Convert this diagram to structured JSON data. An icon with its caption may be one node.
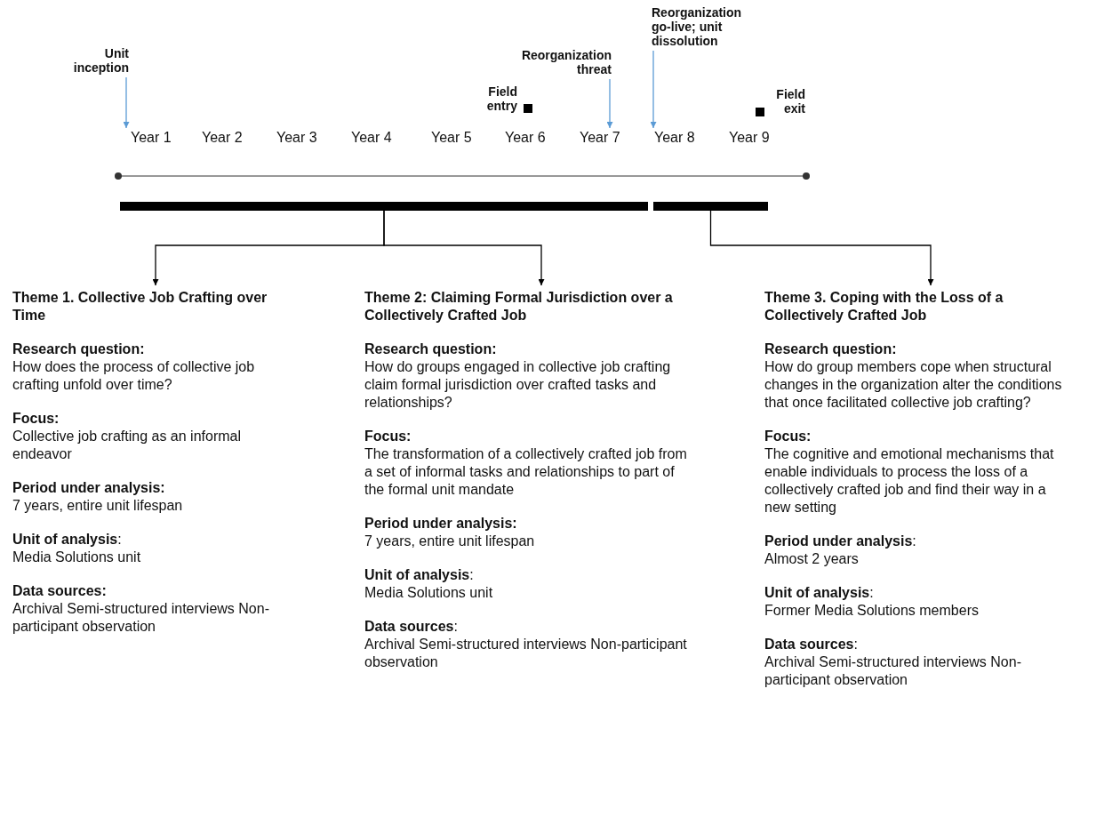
{
  "diagram": {
    "nodes": [
      {
        "text": [
          "Unit inception"
        ]
      },
      {
        "text": [
          "Reorganization threat"
        ]
      },
      {
        "text": [
          "Reorganization go-live; unit dissolution"
        ]
      },
      {
        "text": [],
        "shape": "bar"
      },
      {
        "text": [],
        "shape": "bar"
      },
      {
        "text": [
          "Theme 1. Collective Job Crafting over Time",
          "Research question:",
          "How does the process of collective job crafting unfold over time?",
          "Focus:",
          "Collective job crafting as an informal endeavor",
          "Period under analysis:",
          "7 years, entire unit lifespan",
          "**Unit of analysis**:",
          "Media Solutions unit",
          "Data sources:",
          "Archival Semi-structured interviews Non-participant observation"
        ]
      },
      {
        "text": [
          "Theme 2: Claiming Formal Jurisdiction over a Collectively Crafted Job",
          "Research question:",
          "How do groups engaged in collective job crafting claim formal jurisdiction over crafted tasks and relationships?",
          "Focus:",
          "The transformation of a collectively crafted job from a set of informal tasks and relationships to part of the formal unit mandate",
          "Period under analysis:",
          "7 years, entire unit lifespan",
          "**Unit of analysis**:",
          "Media Solutions unit",
          "**Data sources**:",
          "Archival Semi-structured interviews Non-participant observation"
        ]
      },
      {
        "text": [
          "Theme 3. Coping with the Loss of a Collectively Crafted Job",
          "Research question:",
          "How do group members cope when structural changes in the organization alter the conditions that once facilitated collective job crafting?",
          "Focus:",
          "The cognitive and emotional mechanisms that enable individuals to process the loss of a collectively crafted job and find their way in a new setting",
          "**Period under analysis**:",
          "Almost 2 years",
          "**Unit of analysis**:",
          "Former Media Solutions members",
          "**Data sources**:",
          "Archival Semi-structured interviews Non-participant observation"
        ]
      },
      {
        "text": [
          "Year 1"
        ]
      },
      {
        "text": [
          "Year 7"
        ]
      },
      {
        "text": [
          "Year 8"
        ]
      }
    ],
    "edges": [
      {
        "from": 0,
        "to": 8,
        "arrow": "to",
        "color": "#5b9bd5"
      },
      {
        "from": 1,
        "to": 9,
        "arrow": "to",
        "color": "#5b9bd5"
      },
      {
        "from": 2,
        "to": 10,
        "arrow": "to",
        "color": "#5b9bd5"
      },
      {
        "from": 3,
        "to": 5,
        "arrow": "to",
        "color": "#000000"
      },
      {
        "from": 3,
        "to": 6,
        "arrow": "to",
        "color": "#000000"
      },
      {
        "from": 4,
        "to": 7,
        "arrow": "to",
        "color": "#000000"
      }
    ],
    "labels": [
      "Field entry",
      "Field exit",
      "Year 2",
      "Year 3",
      "Year 4",
      "Year 5",
      "Year 6",
      "Year 9"
    ]
  }
}
